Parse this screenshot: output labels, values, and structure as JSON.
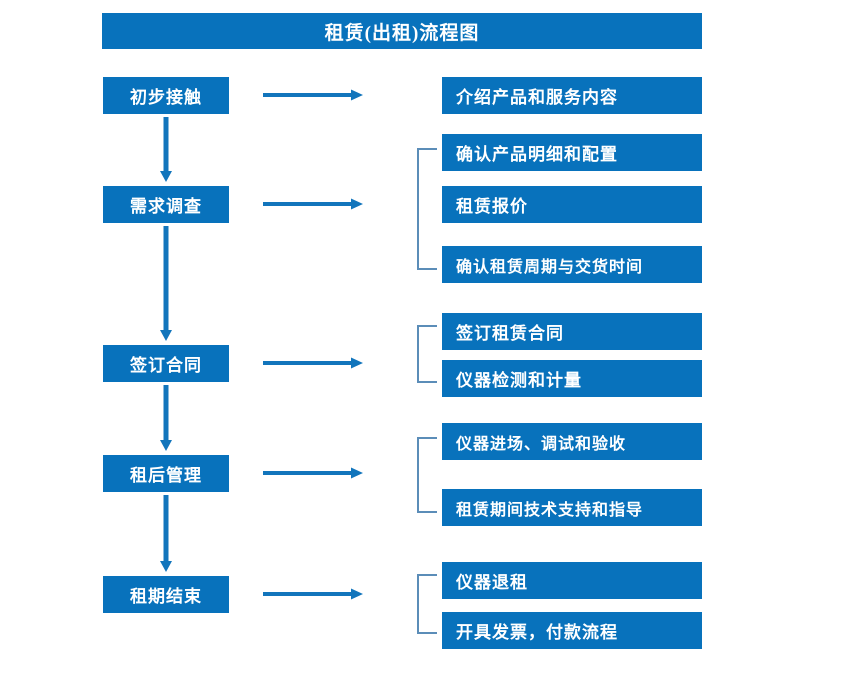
{
  "diagram": {
    "title": "租赁(出租)流程图",
    "colors": {
      "box_fill": "#0872BC",
      "box_text": "#FFFFFF",
      "arrow": "#1275BC",
      "bracket": "#5B8DB8",
      "background": "#FFFFFF"
    },
    "stages": [
      {
        "label": "初步接触"
      },
      {
        "label": "需求调查"
      },
      {
        "label": "签订合同"
      },
      {
        "label": "租后管理"
      },
      {
        "label": "租期结束"
      }
    ],
    "details": [
      {
        "label": "介绍产品和服务内容"
      },
      {
        "label": "确认产品明细和配置"
      },
      {
        "label": "租赁报价"
      },
      {
        "label": "确认租赁周期与交货时间"
      },
      {
        "label": "签订租赁合同"
      },
      {
        "label": "仪器检测和计量"
      },
      {
        "label": "仪器进场、调试和验收"
      },
      {
        "label": "租赁期间技术支持和指导"
      },
      {
        "label": "仪器退租"
      },
      {
        "label": "开具发票，付款流程"
      }
    ],
    "connectors": {
      "horizontal_arrow_name": "right-arrow-icon",
      "vertical_arrow_name": "down-arrow-icon",
      "bracket_name": "group-bracket"
    }
  }
}
